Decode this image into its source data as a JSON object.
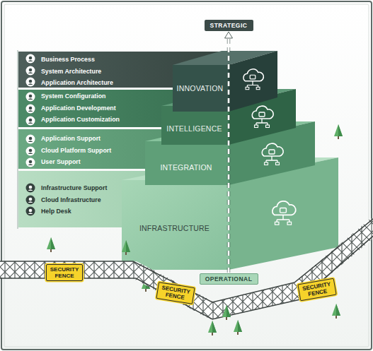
{
  "diagram": {
    "nodes": [
      {
        "text": [
          "STRATEGIC"
        ]
      },
      {
        "text": [
          "Business Process",
          "System Architecture",
          "Application Architecture"
        ]
      },
      {
        "text": [
          "INNOVATION"
        ]
      },
      {
        "text": [
          "System Configuration",
          "Application Development",
          "Application Customization"
        ]
      },
      {
        "text": [
          "INTELLIGENCE"
        ]
      },
      {
        "text": [
          "Application Support",
          "Cloud Platform Support",
          "User Support"
        ]
      },
      {
        "text": [
          "INTEGRATION"
        ]
      },
      {
        "text": [
          "Infrastructure Support",
          "Cloud Infrastructure",
          "Help Desk"
        ]
      },
      {
        "text": [
          "INFRASTRUCTURE"
        ]
      },
      {
        "text": [
          "OPERATIONAL"
        ]
      },
      {
        "text": [
          "SECURITY FENCE"
        ]
      },
      {
        "text": [
          "SECURITY FENCE"
        ]
      },
      {
        "text": [
          "SECURITY FENCE"
        ]
      }
    ],
    "edges": [
      {
        "from": 9,
        "to": 0,
        "arrow": "to"
      }
    ]
  }
}
